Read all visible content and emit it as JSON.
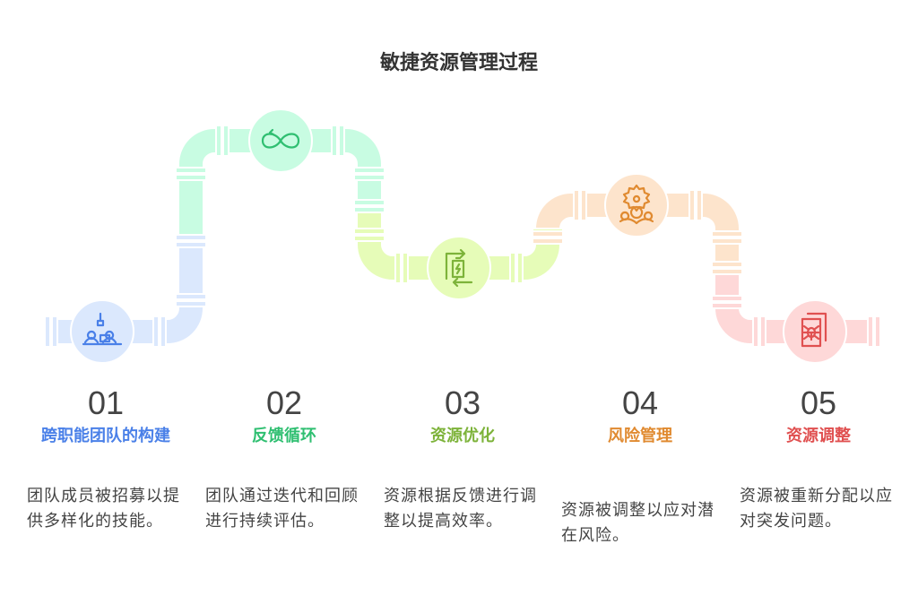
{
  "title": "敏捷资源管理过程",
  "steps": [
    {
      "number": "01",
      "title": "跨职能团队的构建",
      "description": "团队成员被招募以提供多样化的技能。",
      "icon": "team-recruit-icon",
      "color": "#4a80e8",
      "pipe_color": "#dbe8fd"
    },
    {
      "number": "02",
      "title": "反馈循环",
      "description": "团队通过迭代和回顾进行持续评估。",
      "icon": "infinity-loop-icon",
      "color": "#2fbf71",
      "pipe_color": "#c8fce2"
    },
    {
      "number": "03",
      "title": "资源优化",
      "description": "资源根据反馈进行调整以提高效率。",
      "icon": "battery-refresh-icon",
      "color": "#7db33a",
      "pipe_color": "#e6fcb8"
    },
    {
      "number": "04",
      "title": "风险管理",
      "description": "资源被调整以应对潜在风险。",
      "icon": "gear-people-icon",
      "color": "#e08a30",
      "pipe_color": "#fde4cc"
    },
    {
      "number": "05",
      "title": "资源调整",
      "description": "资源被重新分配以应对突发问题。",
      "icon": "bug-document-icon",
      "color": "#e05050",
      "pipe_color": "#fed8d8"
    }
  ]
}
